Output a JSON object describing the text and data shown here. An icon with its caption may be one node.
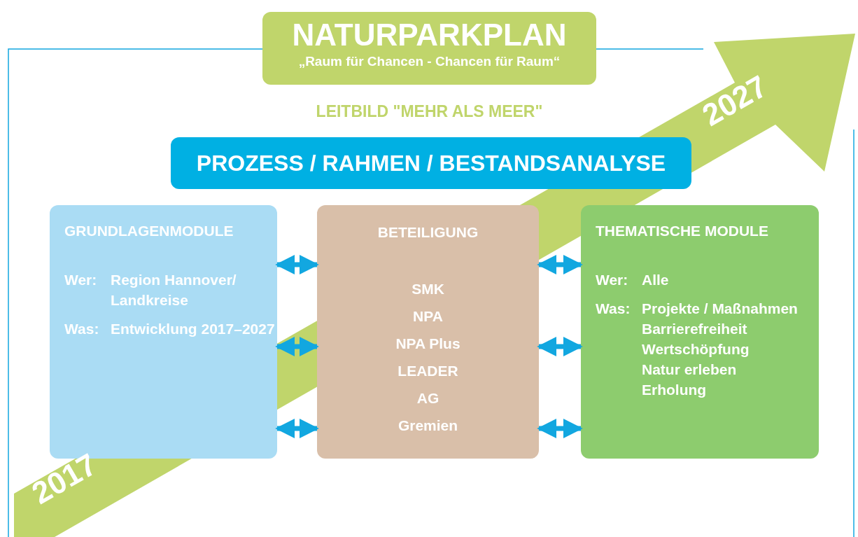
{
  "diagram": {
    "nodes": [
      {
        "text": [
          "NATURPARKPLAN",
          "„Raum für Chancen - Chancen für Raum“"
        ]
      },
      {
        "text": [
          "PROZESS / RAHMEN / BESTANDSANALYSE"
        ]
      },
      {
        "text": [
          "GRUNDLAGENMODULE",
          "Wer:",
          "Region Hannover/ Landkreise",
          "Was:",
          "Entwicklung 2017–2027"
        ]
      },
      {
        "text": [
          "BETEILIGUNG",
          "SMK",
          "NPA",
          "NPA Plus",
          "LEADER",
          "AG",
          "Gremien"
        ]
      },
      {
        "text": [
          "THEMATISCHE MODULE",
          "Wer:",
          "Alle",
          "Was:",
          "Projekte / Maßnahmen",
          "Barrierefreiheit",
          "Wertschöpfung",
          "Natur erleben",
          "Erholung"
        ]
      }
    ],
    "edges": [
      {
        "from": 2,
        "to": 3,
        "arrow": "both"
      },
      {
        "from": 2,
        "to": 3,
        "arrow": "both"
      },
      {
        "from": 2,
        "to": 3,
        "arrow": "both"
      },
      {
        "from": 3,
        "to": 4,
        "arrow": "both"
      },
      {
        "from": 3,
        "to": 4,
        "arrow": "both"
      },
      {
        "from": 3,
        "to": 4,
        "arrow": "both"
      }
    ],
    "labels": [
      "LEITBILD \"MEHR ALS MEER\"",
      "2027",
      "2017"
    ]
  }
}
